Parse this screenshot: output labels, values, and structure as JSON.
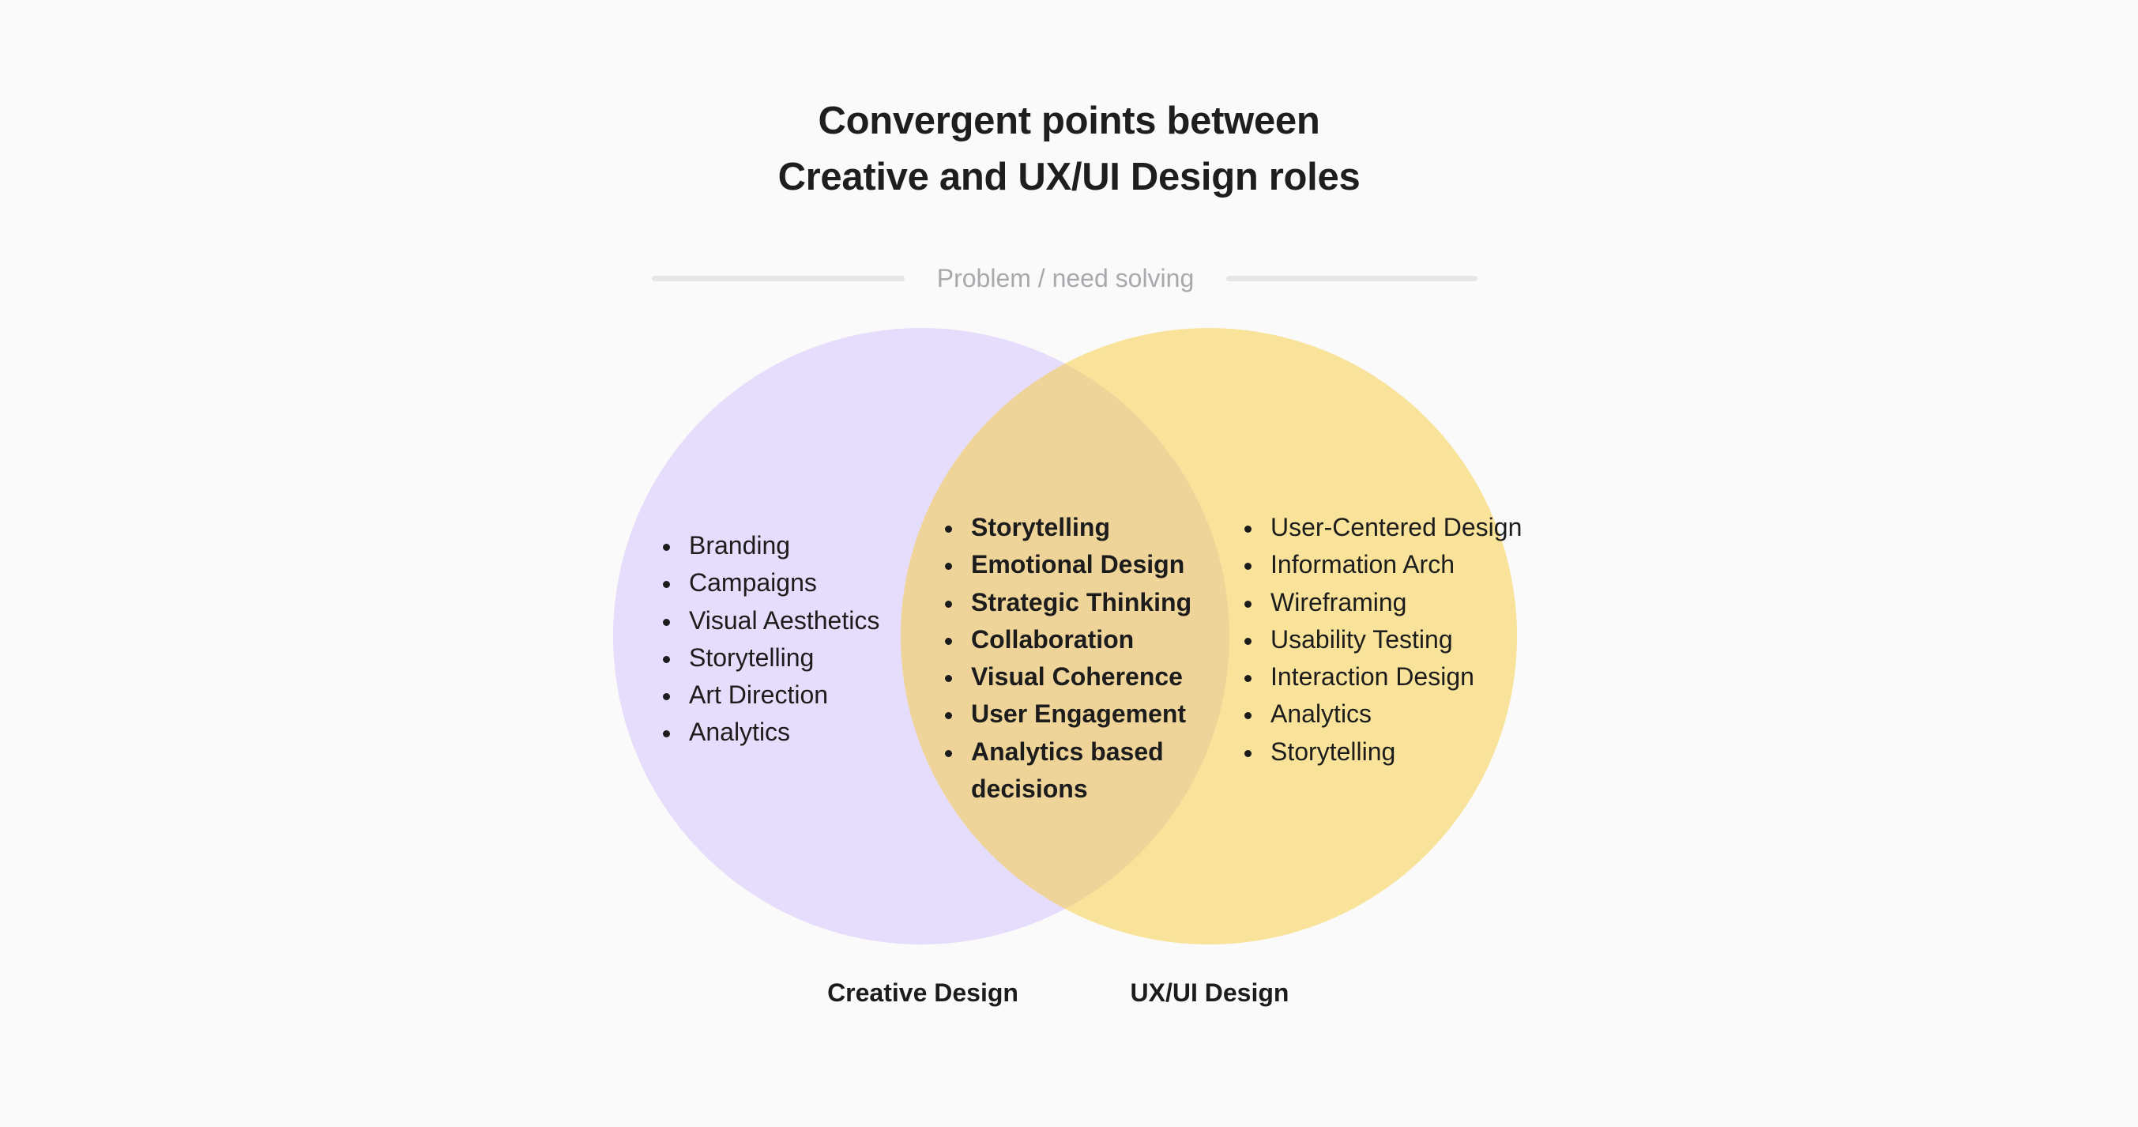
{
  "title": {
    "line1": "Convergent points between",
    "line2": "Creative and UX/UI Design roles"
  },
  "divider_label": "Problem / need solving",
  "colors": {
    "background": "#fafafa",
    "creative_circle": "#e6dcfb",
    "ux_circle": "#f9e39a",
    "overlap": "#efd49a",
    "divider": "#e6e6e6",
    "divider_text": "#a8a8ad"
  },
  "creative": {
    "label": "Creative Design",
    "items": [
      "Branding",
      "Campaigns",
      "Visual Aesthetics",
      "Storytelling",
      "Art Direction",
      "Analytics"
    ]
  },
  "overlap": {
    "items": [
      "Storytelling",
      "Emotional Design",
      "Strategic Thinking",
      "Collaboration",
      "Visual Coherence",
      "User Engagement",
      "Analytics based decisions"
    ]
  },
  "ux": {
    "label": "UX/UI Design",
    "items": [
      "User-Centered Design",
      "Information Arch",
      "Wireframing",
      "Usability Testing",
      "Interaction Design",
      "Analytics",
      "Storytelling"
    ]
  }
}
